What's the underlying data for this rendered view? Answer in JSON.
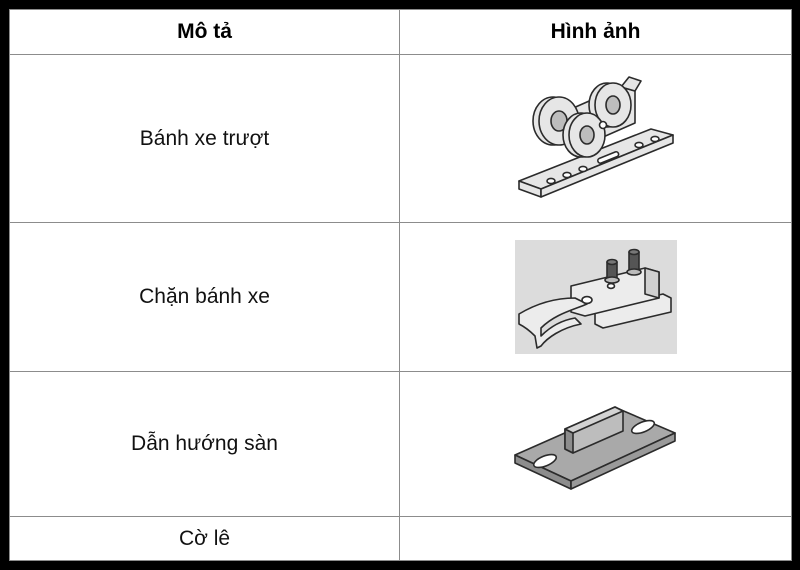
{
  "table": {
    "headers": {
      "description": "Mô tả",
      "image": "Hình ảnh"
    },
    "rows": [
      {
        "description": "Bánh xe trượt",
        "image_icon": "sliding-roller-carriage-icon"
      },
      {
        "description": "Chặn bánh xe",
        "image_icon": "wheel-stopper-icon"
      },
      {
        "description": "Dẫn hướng sàn",
        "image_icon": "floor-guide-icon"
      },
      {
        "description": "Cờ lê",
        "image_icon": ""
      }
    ]
  },
  "colors": {
    "frame": "#000000",
    "border": "#8c8c8c",
    "part_fill": "#e6e6e6",
    "part_stroke": "#2b2b2b",
    "stopper_bg": "#dcdcdc",
    "floor_guide_fill": "#a9a9a9"
  }
}
